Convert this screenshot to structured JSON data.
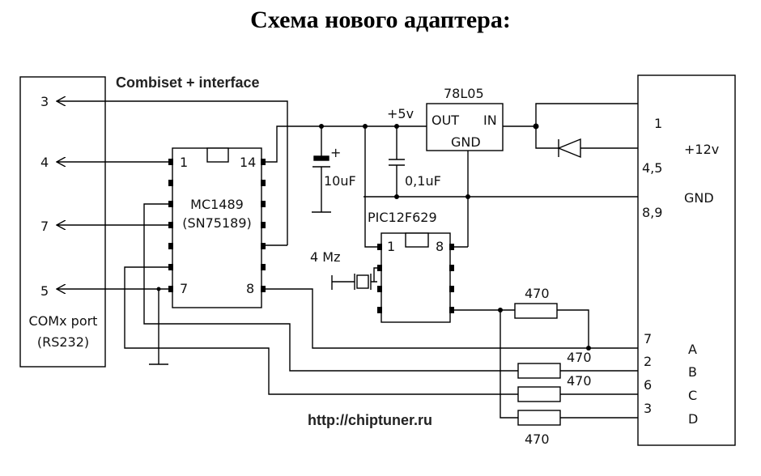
{
  "title": "Схема нового адаптера:",
  "header_label": "Combiset +  interface",
  "url": "http://chiptuner.ru",
  "com_port": {
    "line1": "COMx port",
    "line2": "(RS232)",
    "pins": [
      "3",
      "4",
      "7",
      "5"
    ]
  },
  "mc1489": {
    "name": "MC1489",
    "alt": "(SN75189)",
    "pin_1": "1",
    "pin_14": "14",
    "pin_7": "7",
    "pin_8": "8"
  },
  "regulator": {
    "name": "78L05",
    "out": "OUT",
    "in": "IN",
    "gnd": "GND"
  },
  "supply": "+5v",
  "cap1": "10uF",
  "cap2": "0,1uF",
  "cap_plus": "+",
  "pic": {
    "name": "PIC12F629",
    "pin_1": "1",
    "pin_8": "8"
  },
  "crystal": "4 Mz",
  "resistors": [
    "470",
    "470",
    "470",
    "470"
  ],
  "connector": {
    "pins": [
      {
        "num": "1",
        "label": ""
      },
      {
        "num": "4,5",
        "label": "+12v"
      },
      {
        "num": "8,9",
        "label": "GND"
      },
      {
        "num": "7",
        "label": "A"
      },
      {
        "num": "2",
        "label": "B"
      },
      {
        "num": "6",
        "label": "C"
      },
      {
        "num": "3",
        "label": "D"
      }
    ]
  }
}
